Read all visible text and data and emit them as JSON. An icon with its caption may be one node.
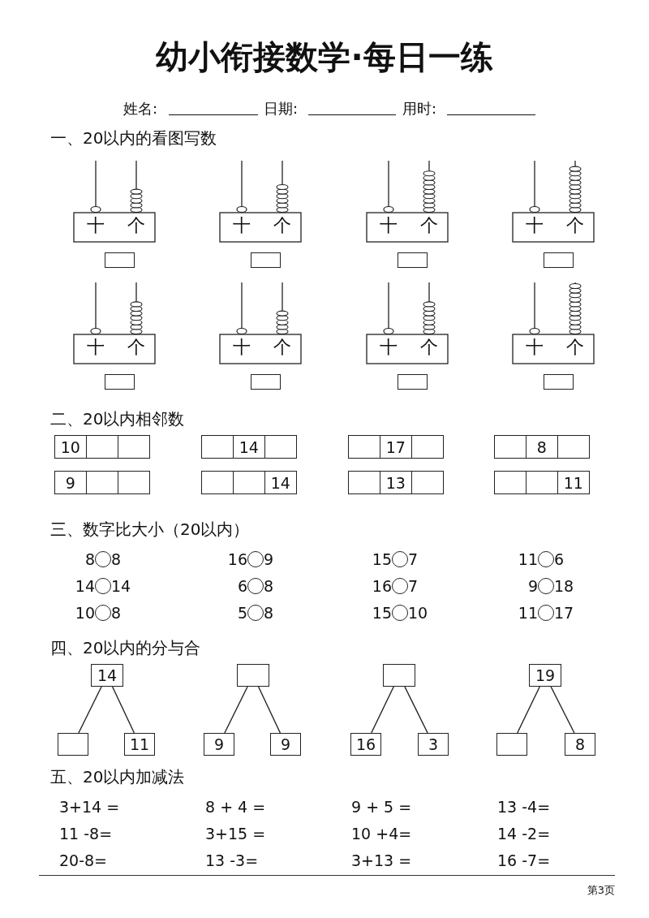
{
  "diagram": {
    "title": "幼小衔接数学·每日一练",
    "nodes": [
      {
        "text": [],
        "shape": "box"
      },
      {
        "text": [],
        "shape": "box"
      },
      {
        "text": [],
        "shape": "box"
      },
      {
        "text": [],
        "shape": "box"
      },
      {
        "text": [],
        "shape": "box"
      },
      {
        "text": [],
        "shape": "box"
      },
      {
        "text": [],
        "shape": "box"
      },
      {
        "text": [],
        "shape": "box"
      },
      {
        "text": [
          "10"
        ]
      },
      {
        "text": [],
        "shape": "box"
      },
      {
        "text": [],
        "shape": "box"
      },
      {
        "text": [],
        "shape": "box"
      },
      {
        "text": [
          "14"
        ]
      },
      {
        "text": [],
        "shape": "box"
      },
      {
        "text": [],
        "shape": "box"
      },
      {
        "text": [
          "17"
        ]
      },
      {
        "text": [],
        "shape": "box"
      },
      {
        "text": [],
        "shape": "box"
      },
      {
        "text": [
          "8"
        ]
      },
      {
        "text": [],
        "shape": "box"
      },
      {
        "text": [
          "9"
        ]
      },
      {
        "text": [],
        "shape": "box"
      },
      {
        "text": [],
        "shape": "box"
      },
      {
        "text": [],
        "shape": "box"
      },
      {
        "text": [],
        "shape": "box"
      },
      {
        "text": [
          "14"
        ]
      },
      {
        "text": [],
        "shape": "box"
      },
      {
        "text": [
          "13"
        ]
      },
      {
        "text": [],
        "shape": "box"
      },
      {
        "text": [],
        "shape": "box"
      },
      {
        "text": [],
        "shape": "box"
      },
      {
        "text": [
          "11"
        ]
      },
      {
        "text": [],
        "shape": "circle"
      },
      {
        "text": [],
        "shape": "circle"
      },
      {
        "text": [],
        "shape": "circle"
      },
      {
        "text": [],
        "shape": "circle"
      },
      {
        "text": [],
        "shape": "circle"
      },
      {
        "text": [],
        "shape": "circle"
      },
      {
        "text": [],
        "shape": "circle"
      },
      {
        "text": [],
        "shape": "circle"
      },
      {
        "text": [],
        "shape": "circle"
      },
      {
        "text": [],
        "shape": "circle"
      },
      {
        "text": [],
        "shape": "circle"
      },
      {
        "text": [],
        "shape": "circle"
      },
      {
        "text": [
          "14"
        ]
      },
      {
        "text": [],
        "shape": "box"
      },
      {
        "text": [],
        "shape": "box"
      },
      {
        "text": [
          "19"
        ]
      },
      {
        "text": [],
        "shape": "box"
      },
      {
        "text": [
          "11"
        ]
      },
      {
        "text": [
          "9"
        ]
      },
      {
        "text": [
          "9"
        ]
      },
      {
        "text": [
          "16"
        ]
      },
      {
        "text": [
          "3"
        ]
      },
      {
        "text": [],
        "shape": "box"
      },
      {
        "text": [
          "8"
        ]
      }
    ],
    "edges": [
      {
        "from": 44,
        "to": 48,
        "arrow": "none"
      },
      {
        "from": 44,
        "to": 49,
        "arrow": "none"
      },
      {
        "from": 45,
        "to": 50,
        "arrow": "none"
      },
      {
        "from": 45,
        "to": 51,
        "arrow": "none"
      },
      {
        "from": 46,
        "to": 52,
        "arrow": "none"
      },
      {
        "from": 46,
        "to": 53,
        "arrow": "none"
      },
      {
        "from": 47,
        "to": 54,
        "arrow": "none"
      },
      {
        "from": 47,
        "to": 55,
        "arrow": "none"
      }
    ],
    "labels": [
      "姓名:",
      "日期:",
      "用时:",
      "一、20以内的看图写数",
      "十",
      "个",
      "十",
      "个",
      "十",
      "个",
      "十",
      "个",
      "十",
      "个",
      "十",
      "个",
      "十",
      "个",
      "十",
      "个",
      "二、20以内相邻数",
      "三、数字比大小（20以内）",
      "8",
      "8",
      "16",
      "9",
      "15",
      "7",
      "11",
      "6",
      "14",
      "14",
      "6",
      "8",
      "16",
      "7",
      "9",
      "18",
      "10",
      "8",
      "5",
      "8",
      "15",
      "10",
      "11",
      "17",
      "四、20以内的分与合",
      "五、20以内加减法",
      "3+14 =",
      "8 + 4 =",
      "9 + 5 =",
      "13 -4=",
      "11 -8=",
      "3+15 =",
      "10 +4=",
      "14 -2=",
      "20-8=",
      "13 -3=",
      "3+13 =",
      "16 -7=",
      "第3页"
    ]
  }
}
